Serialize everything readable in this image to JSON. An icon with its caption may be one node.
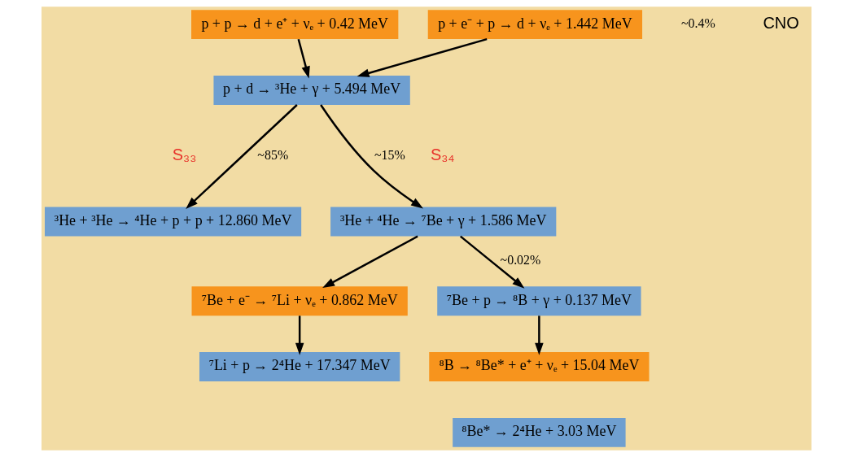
{
  "diagram": {
    "nodes": [
      {
        "text": [
          "p + p → d + e⁺ + νₑ + 0.42 MeV"
        ]
      },
      {
        "text": [
          "p + e⁻ + p → d + νₑ + 1.442 MeV"
        ],
        "beside": [
          "~0.4%"
        ]
      },
      {
        "text": [
          "p + d → ³He + γ + 5.494 MeV"
        ]
      },
      {
        "text": [
          "³He + ³He → ⁴He + p + p + 12.860 MeV"
        ]
      },
      {
        "text": [
          "³He + ⁴He → ⁷Be + γ + 1.586 MeV"
        ]
      },
      {
        "text": [
          "⁷Be + e⁻ → ⁷Li + νₑ + 0.862 MeV"
        ]
      },
      {
        "text": [
          "⁷Be + p → ⁸B + γ + 0.137 MeV"
        ]
      },
      {
        "text": [
          "⁷Li + p → 2⁴He + 17.347 MeV"
        ]
      },
      {
        "text": [
          "⁸B → ⁸Be* + e⁺ + νₑ + 15.04 MeV"
        ]
      },
      {
        "text": [
          "⁸Be* → 2⁴He + 3.03 MeV"
        ]
      }
    ],
    "edges": [
      {
        "from": 0,
        "to": 2,
        "arrow": "to"
      },
      {
        "from": 1,
        "to": 2,
        "arrow": "to"
      },
      {
        "from": 2,
        "to": 3,
        "arrow": "to",
        "label": "~85%"
      },
      {
        "from": 2,
        "to": 4,
        "arrow": "to",
        "label": "~15%"
      },
      {
        "from": 4,
        "to": 5,
        "arrow": "to"
      },
      {
        "from": 4,
        "to": 6,
        "arrow": "to",
        "label": "~0.02%"
      },
      {
        "from": 5,
        "to": 7,
        "arrow": "to"
      },
      {
        "from": 6,
        "to": 8,
        "arrow": "to"
      }
    ],
    "labels": [
      "S₃₃",
      "S₃₄",
      "CNO"
    ]
  }
}
